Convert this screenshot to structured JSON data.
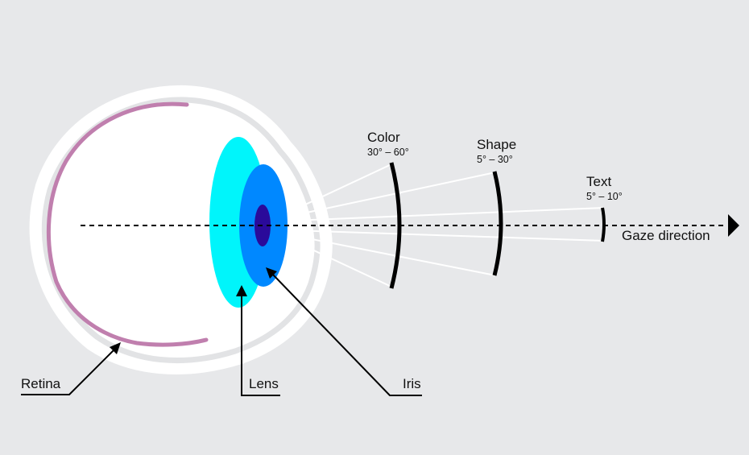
{
  "colors": {
    "background": "#e7e8ea",
    "eyeball": "#ffffff",
    "retina": "#c07fae",
    "lens": "#00f5fb",
    "iris": "#0088ff",
    "pupil": "#2a0a9a",
    "ink": "#000000"
  },
  "labels": {
    "retina": "Retina",
    "lens": "Lens",
    "iris": "Iris",
    "gaze": "Gaze direction"
  },
  "fields": {
    "color": {
      "title": "Color",
      "range": "30° – 60°"
    },
    "shape": {
      "title": "Shape",
      "range": "5° – 30°"
    },
    "text": {
      "title": "Text",
      "range": "5° – 10°"
    }
  }
}
